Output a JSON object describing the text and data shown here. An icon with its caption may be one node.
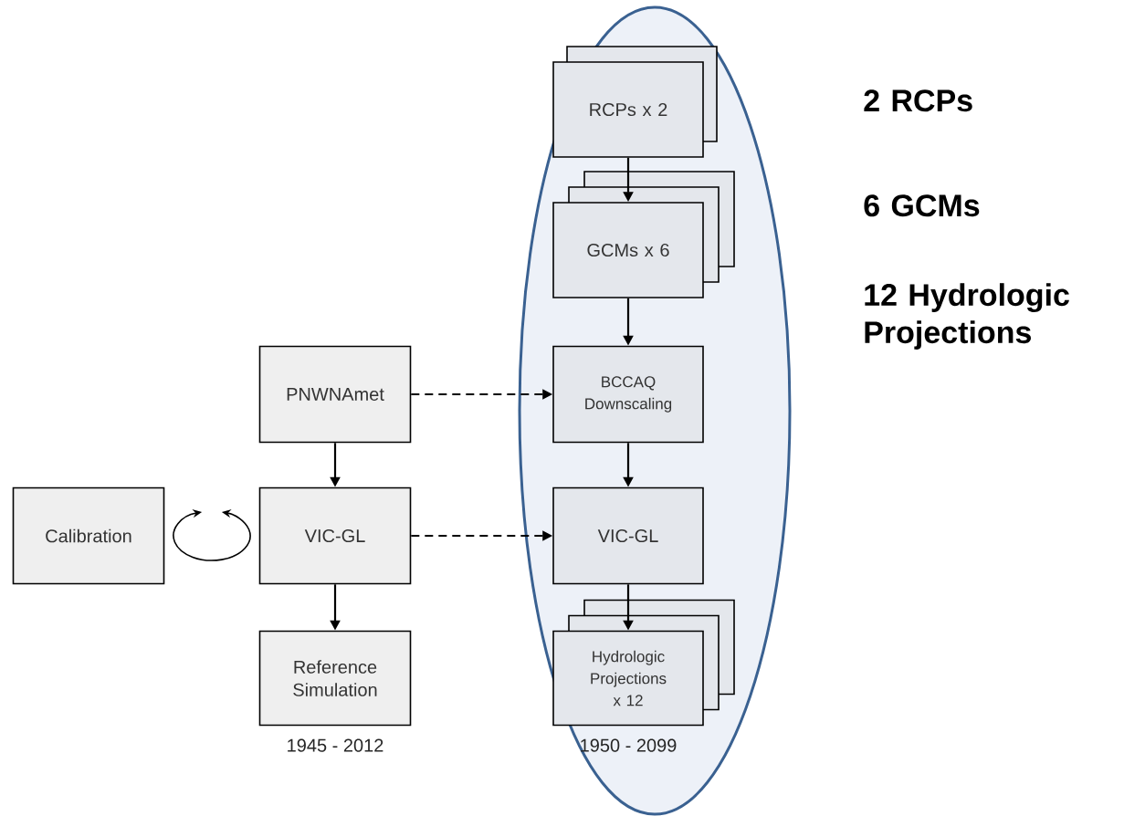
{
  "diagram": {
    "nodes": [
      {
        "text": [],
        "shape": "ellipse"
      },
      {
        "text": [
          "RCPs x 2"
        ],
        "in": 0
      },
      {
        "text": [
          "GCMs x 6"
        ],
        "in": 0
      },
      {
        "text": [
          "BCCAQ Downscaling"
        ],
        "in": 0
      },
      {
        "text": [
          "VIC-GL"
        ],
        "in": 0
      },
      {
        "text": [
          "Hydrologic Projections x 12"
        ],
        "in": 0,
        "beside": [
          "1950 - 2099"
        ]
      },
      {
        "text": [
          "PNWNAmet"
        ]
      },
      {
        "text": [
          "Calibration"
        ]
      },
      {
        "text": [
          "VIC-GL"
        ]
      },
      {
        "text": [
          "Reference Simulation"
        ],
        "beside": [
          "1945 - 2012"
        ]
      }
    ],
    "edges": [
      {
        "from": 1,
        "to": 2,
        "arrow": "to"
      },
      {
        "from": 2,
        "to": 3,
        "arrow": "to"
      },
      {
        "from": 3,
        "to": 4,
        "arrow": "to"
      },
      {
        "from": 4,
        "to": 5,
        "arrow": "to"
      },
      {
        "from": 6,
        "to": 3,
        "arrow": "to",
        "style": "dashed"
      },
      {
        "from": 6,
        "to": 8,
        "arrow": "to"
      },
      {
        "from": 7,
        "to": 8,
        "arrow": "both"
      },
      {
        "from": 8,
        "to": 4,
        "arrow": "to",
        "style": "dashed"
      },
      {
        "from": 8,
        "to": 9,
        "arrow": "to"
      }
    ],
    "labels": [
      "2 RCPs",
      "6 GCMs",
      "12 Hydrologic Projections"
    ]
  }
}
